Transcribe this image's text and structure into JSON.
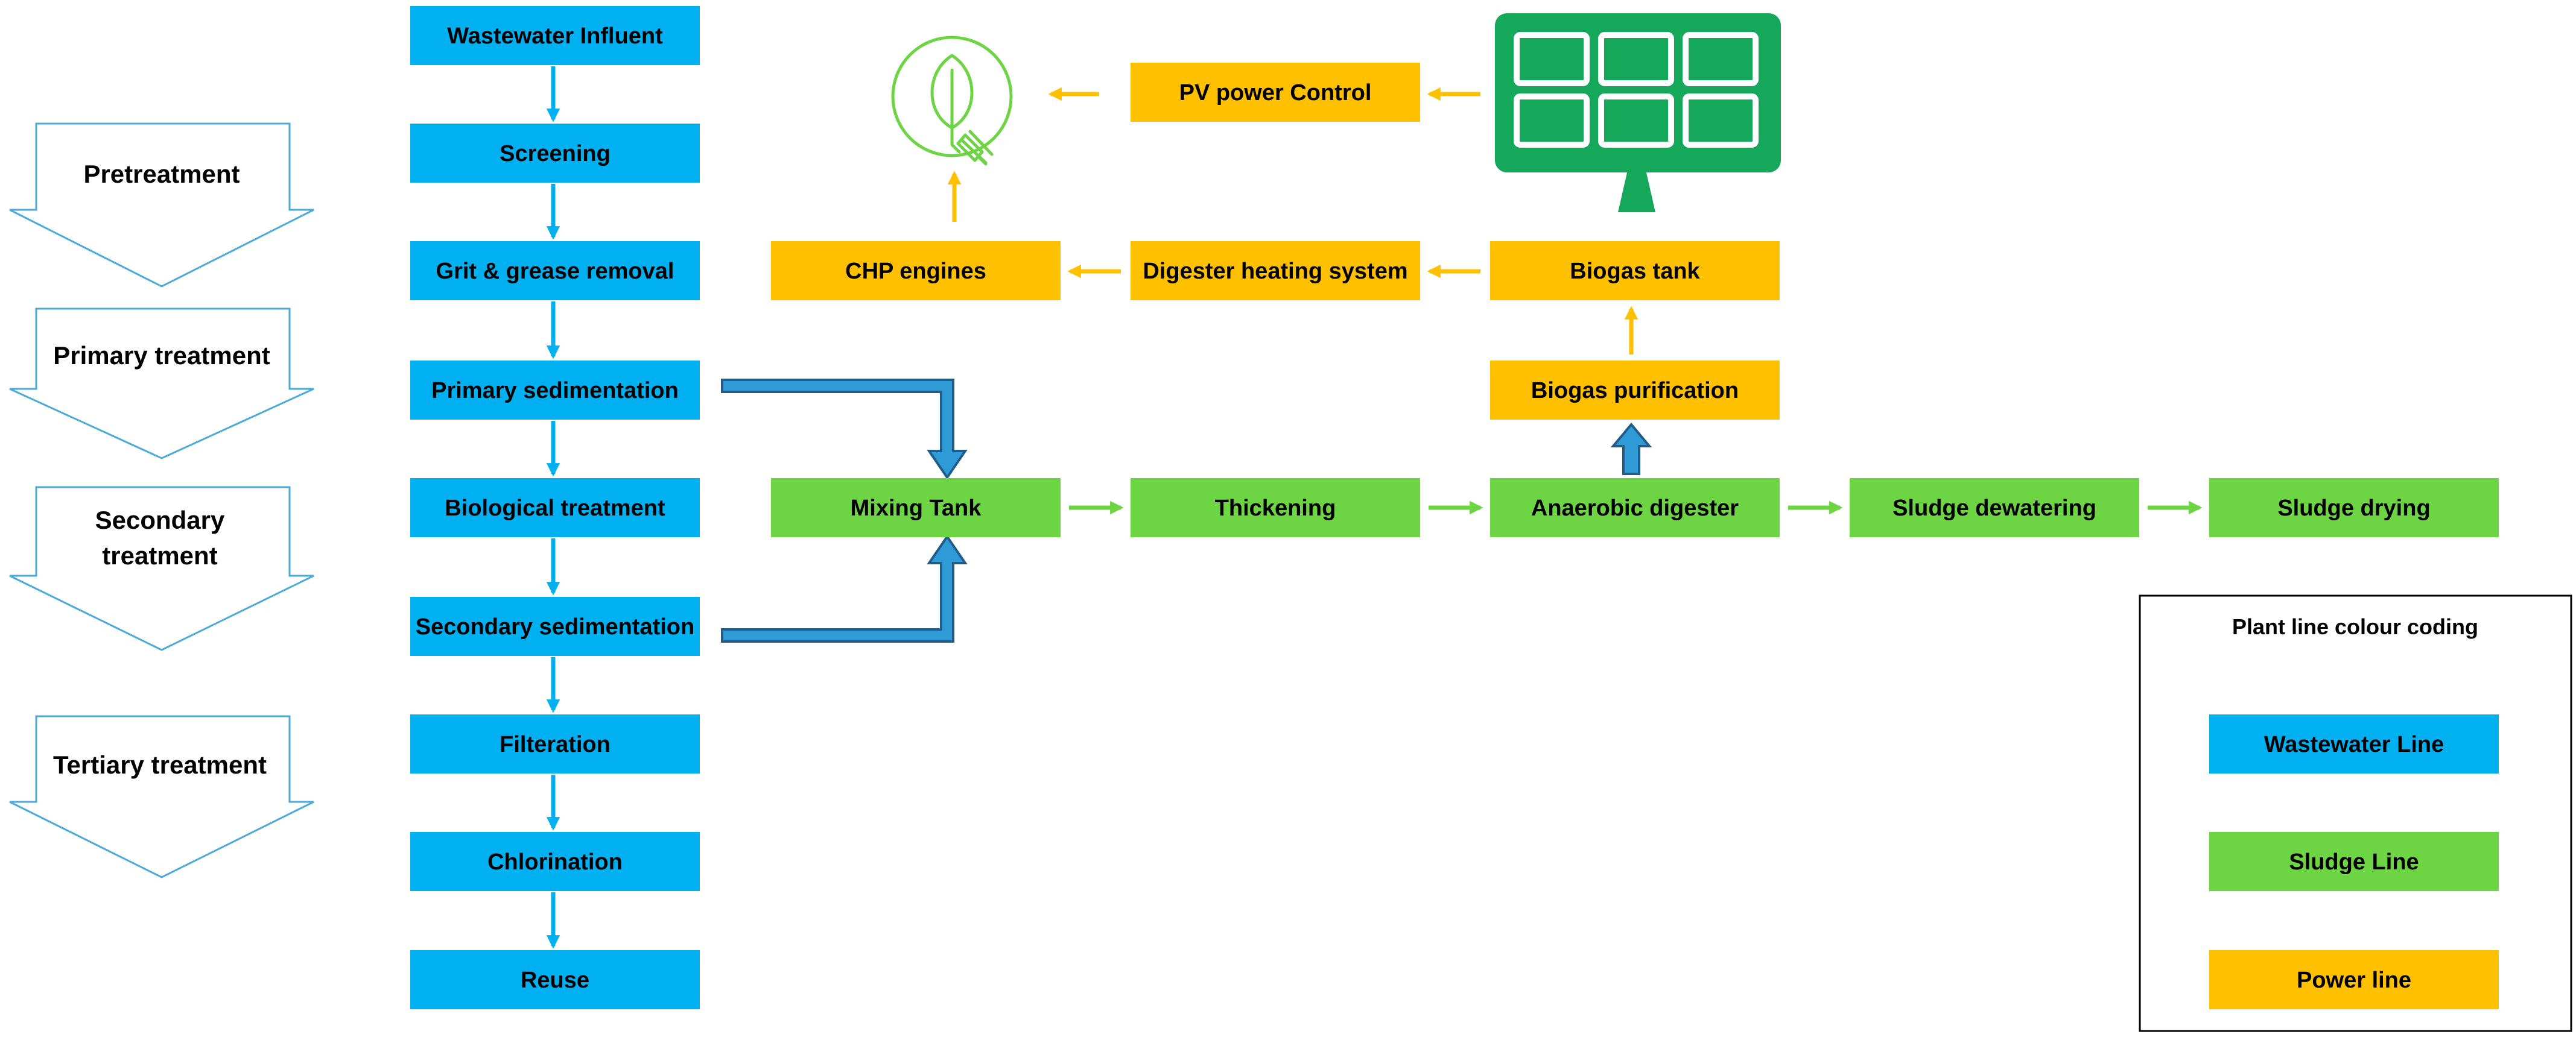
{
  "colors": {
    "wastewater": "#00B0F0",
    "sludge": "#6DD443",
    "power": "#FFC000",
    "mixing_arrow_fill": "#2E9BD6",
    "mixing_arrow_stroke": "#1F5C8A",
    "stage_arrow_stroke": "#4AAAD8",
    "panel": "#16A85A",
    "leaf_icon": "#6DD443",
    "legend_border": "#000000"
  },
  "wastewater_line": {
    "influent": "Wastewater Influent",
    "screening": "Screening",
    "grit": "Grit & grease removal",
    "primary_sedimentation": "Primary sedimentation",
    "biological": "Biological treatment",
    "secondary_sedimentation": "Secondary sedimentation",
    "filteration": "Filteration",
    "chlorination": "Chlorination",
    "reuse": "Reuse"
  },
  "sludge_line": {
    "mixing_tank": "Mixing Tank",
    "thickening": "Thickening",
    "anaerobic_digester": "Anaerobic digester",
    "sludge_dewatering": "Sludge dewatering",
    "sludge_drying": "Sludge drying"
  },
  "power_line": {
    "pv_control": "PV power Control",
    "chp_engines": "CHP engines",
    "digester_heating": "Digester heating system",
    "biogas_tank": "Biogas tank",
    "biogas_purification": "Biogas purification"
  },
  "stages": {
    "pretreatment": "Pretreatment",
    "primary": "Primary treatment",
    "secondary_1": "Secondary",
    "secondary_2": "treatment",
    "tertiary": "Tertiary treatment"
  },
  "legend": {
    "title": "Plant line colour coding",
    "wastewater": "Wastewater Line",
    "sludge": "Sludge Line",
    "power": "Power line"
  },
  "icons": {
    "leaf": "eco-leaf-plug-icon",
    "solar": "solar-panel-icon"
  }
}
